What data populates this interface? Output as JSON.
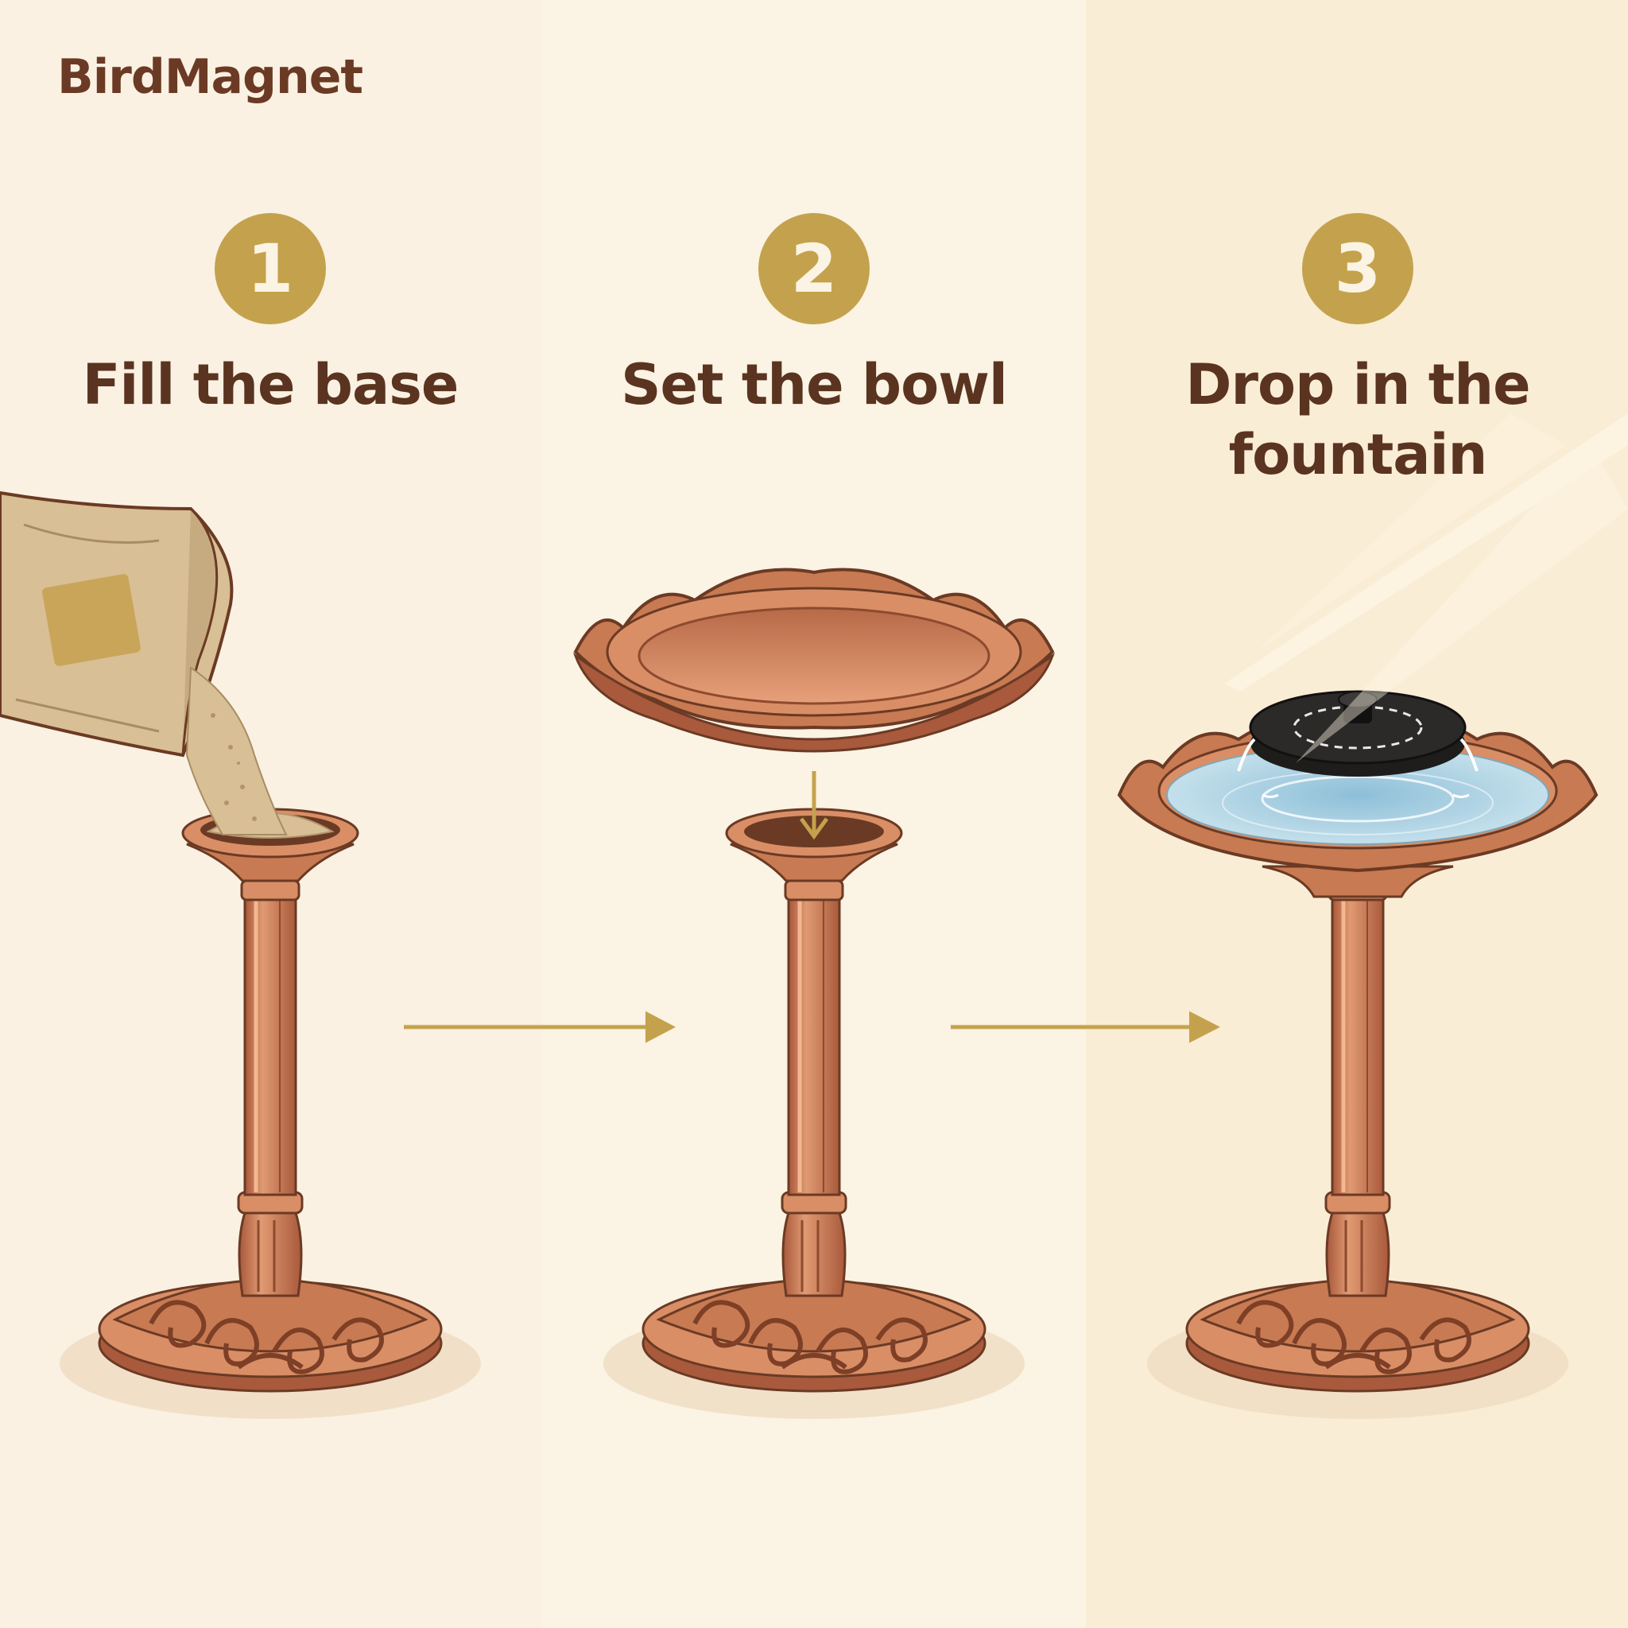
{
  "brand": {
    "name": "BirdMagnet"
  },
  "steps": [
    {
      "number": "1",
      "title": "Fill the base"
    },
    {
      "number": "2",
      "title": "Set the bowl"
    },
    {
      "number": "3",
      "title": "Drop in the fountain"
    }
  ],
  "colors": {
    "accent_gold": "#c4a24d",
    "title_brown": "#5a3420",
    "copper": "#c87a52",
    "water": "#b6d8e6",
    "solar_panel": "#2b2a28"
  }
}
